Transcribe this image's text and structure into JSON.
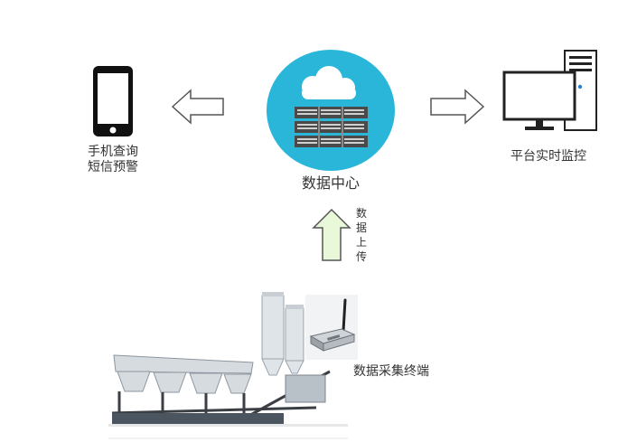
{
  "center": {
    "label": "数据中心",
    "icon": "cloud-server-icon"
  },
  "left": {
    "label_line1": "手机查询",
    "label_line2": "短信预警",
    "icon": "smartphone-icon"
  },
  "right": {
    "label": "平台实时监控",
    "icon": "desktop-computer-icon"
  },
  "upload": {
    "chars": [
      "数",
      "据",
      "上",
      "传"
    ]
  },
  "bottom": {
    "label": "数据采集终端",
    "plant_icon": "concrete-batching-plant",
    "terminal_icon": "wireless-terminal-icon"
  },
  "colors": {
    "circle": "#29b6d8",
    "arrow_up_fill": "#e8f8d8",
    "server": "#4a4a4a",
    "server_light": "#cfcfcf"
  }
}
